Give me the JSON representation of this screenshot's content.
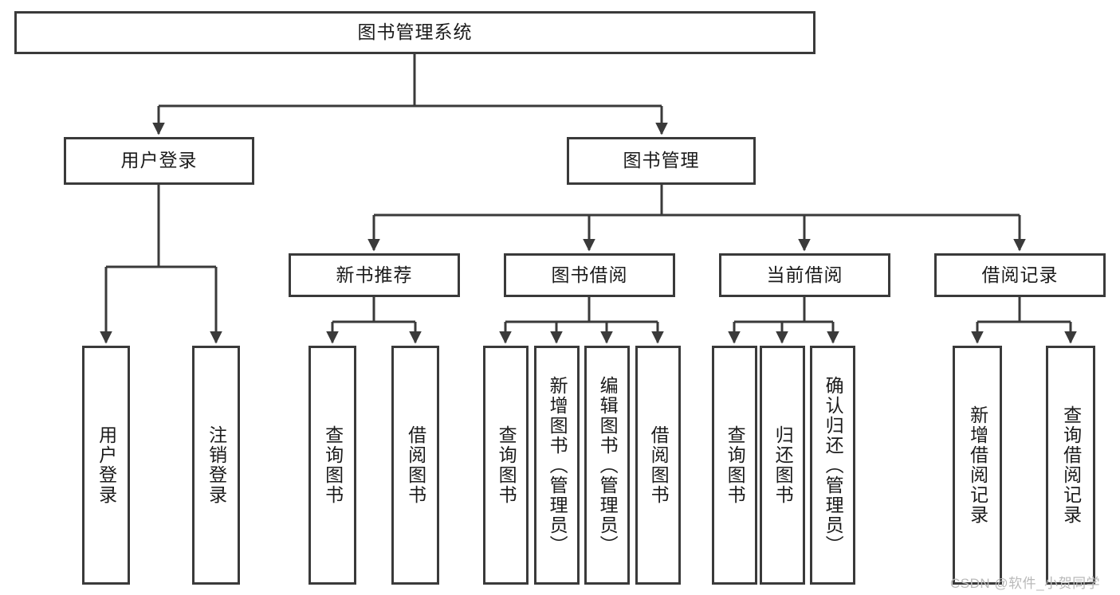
{
  "diagram": {
    "title": "图书管理系统",
    "type": "tree",
    "watermark": "CSDN @软件_小贺同学",
    "colors": {
      "box_border": "#3a3a3a",
      "box_fill": "#ffffff",
      "edge": "#3a3a3a",
      "text": "#1b1b1b",
      "watermark": "#b9b9b9",
      "background": "#ffffff"
    },
    "nodes": {
      "root": {
        "label": "图书管理系统"
      },
      "level2": [
        {
          "id": "user-login",
          "label": "用户登录"
        },
        {
          "id": "book-manage",
          "label": "图书管理"
        }
      ],
      "level3": [
        {
          "id": "new-book-recommend",
          "label": "新书推荐"
        },
        {
          "id": "book-borrow",
          "label": "图书借阅"
        },
        {
          "id": "current-borrow",
          "label": "当前借阅"
        },
        {
          "id": "borrow-record",
          "label": "借阅记录"
        }
      ],
      "leaves": {
        "user-login": [
          {
            "id": "leaf-user-login",
            "label": "用户登录"
          },
          {
            "id": "leaf-logout",
            "label": "注销登录"
          }
        ],
        "new-book-recommend": [
          {
            "id": "leaf-query-book-1",
            "label": "查询图书"
          },
          {
            "id": "leaf-borrow-book-1",
            "label": "借阅图书"
          }
        ],
        "book-borrow": [
          {
            "id": "leaf-query-book-2",
            "label": "查询图书"
          },
          {
            "id": "leaf-add-book",
            "label": "新增图书（管理员）"
          },
          {
            "id": "leaf-edit-book",
            "label": "编辑图书（管理员）"
          },
          {
            "id": "leaf-borrow-book-2",
            "label": "借阅图书"
          }
        ],
        "current-borrow": [
          {
            "id": "leaf-query-book-3",
            "label": "查询图书"
          },
          {
            "id": "leaf-return-book",
            "label": "归还图书"
          },
          {
            "id": "leaf-confirm-return",
            "label": "确认归还（管理员）"
          }
        ],
        "borrow-record": [
          {
            "id": "leaf-add-record",
            "label": "新增借阅记录"
          },
          {
            "id": "leaf-query-record",
            "label": "查询借阅记录"
          }
        ]
      }
    }
  }
}
